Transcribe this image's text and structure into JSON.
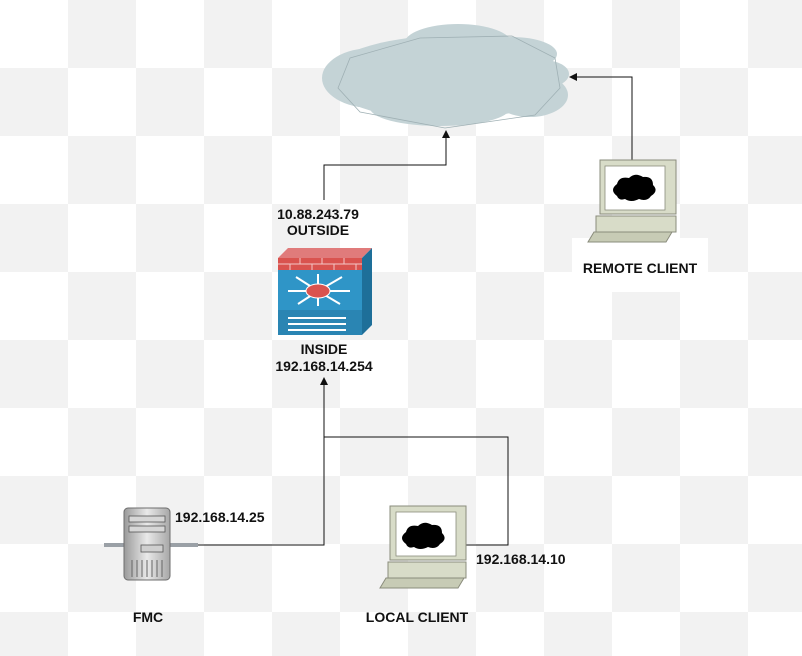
{
  "labels": {
    "firewall_outside_ip": "10.88.243.79",
    "firewall_outside": "OUTSIDE",
    "firewall_inside": "INSIDE",
    "firewall_inside_ip": "192.168.14.254",
    "remote_client": "REMOTE CLIENT",
    "fmc_ip": "192.168.14.25",
    "fmc": "FMC",
    "local_client_ip": "192.168.14.10",
    "local_client": "LOCAL CLIENT"
  },
  "colors": {
    "cloud_fill": "#c4d3d6",
    "firewall_brick": "#d9534f",
    "firewall_body": "#2f95c7",
    "line": "#111111"
  },
  "icons": {
    "internet": "cloud-icon",
    "firewall": "firewall-icon",
    "remote_client": "computer-icon",
    "local_client": "computer-icon",
    "fmc": "server-icon"
  }
}
